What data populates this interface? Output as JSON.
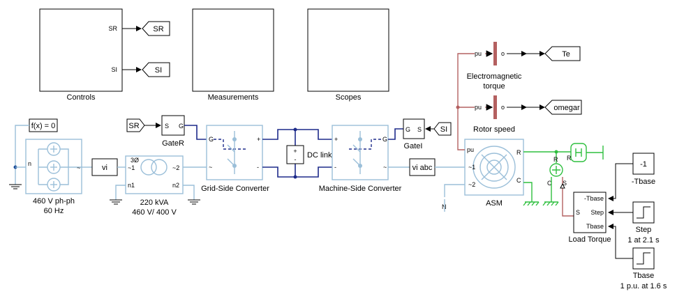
{
  "subsystems": {
    "controls": "Controls",
    "measurements": "Measurements",
    "scopes": "Scopes",
    "controls_port_sr": "SR",
    "controls_port_si": "SI"
  },
  "tags": {
    "goto_sr": "SR",
    "goto_si": "SI",
    "from_sr": "SR",
    "from_si": "SI",
    "goto_te": "Te",
    "goto_omegar": "omegar"
  },
  "source": {
    "fx_label": "f(x) = 0",
    "port_n": "n",
    "label_line1": "460 V ph-ph",
    "label_line2": "60 Hz"
  },
  "vi_block": "vi",
  "transformer": {
    "symbol": "3Ø",
    "port1": "~1",
    "port_n1": "n1",
    "port2": "~2",
    "port_n2": "n2",
    "label_line1": "220 kVA",
    "label_line2": "460 V/ 400 V"
  },
  "gate_r": {
    "title": "GateR",
    "port_s": "S",
    "port_g": "G"
  },
  "gate_i": {
    "title": "GateI",
    "port_g": "G",
    "port_s": "S"
  },
  "grid_conv": {
    "title": "Grid-Side Converter",
    "port_g": "G",
    "port_plus": "+",
    "port_minus": "-",
    "port_ac": "~"
  },
  "machine_conv": {
    "title": "Machine-Side Converter",
    "port_plus": "+",
    "port_minus": "-",
    "port_ac": "~",
    "port_g": "G"
  },
  "dc_link": {
    "title": "DC link",
    "plus": "+",
    "minus": "-"
  },
  "vi_abc": "vi abc",
  "asm": {
    "title": "ASM",
    "port_pu": "pu",
    "port_1": "~1",
    "port_2": "~2",
    "port_r": "R",
    "port_c": "C",
    "ground_mark": "N"
  },
  "em_torque": {
    "title_line1": "Electromagnetic",
    "title_line2": "torque",
    "in": "pu",
    "out": "o"
  },
  "rotor_speed": {
    "title": "Rotor speed",
    "in": "pu",
    "out": "o"
  },
  "mech": {
    "r_label": "R",
    "c_label": "C",
    "s_label": "S",
    "r2_label": "R"
  },
  "load_torque": {
    "title": "Load Torque",
    "in1": "-Tbase",
    "in2": "Step",
    "in3": "Tbase",
    "out": "S"
  },
  "const_block": {
    "value": "-1",
    "label": "-Tbase"
  },
  "step_block": {
    "label": "Step",
    "sublabel": "1 at 2.1 s"
  },
  "tbase_block": {
    "label": "Tbase",
    "sublabel": "1 p.u. at 1.6 s"
  }
}
